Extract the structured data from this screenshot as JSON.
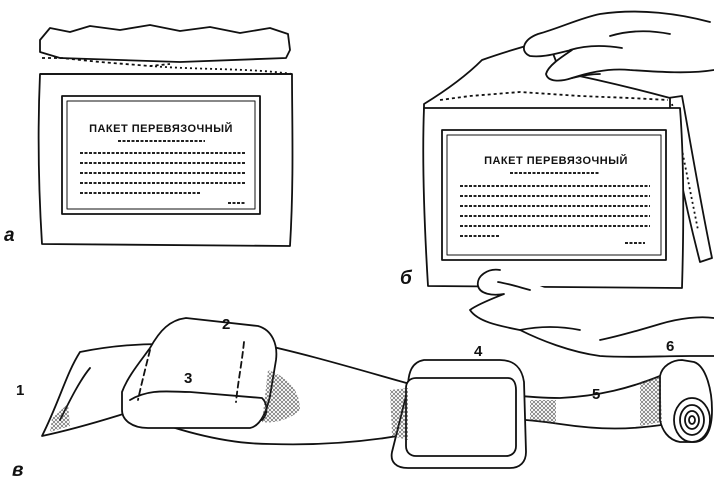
{
  "figure": {
    "panel_labels": {
      "a": "а",
      "b": "б",
      "c": "в"
    },
    "package_text": "ПАКЕТ ПЕРЕВЯЗОЧНЫЙ",
    "numbers": [
      "1",
      "2",
      "3",
      "4",
      "5",
      "6"
    ]
  }
}
